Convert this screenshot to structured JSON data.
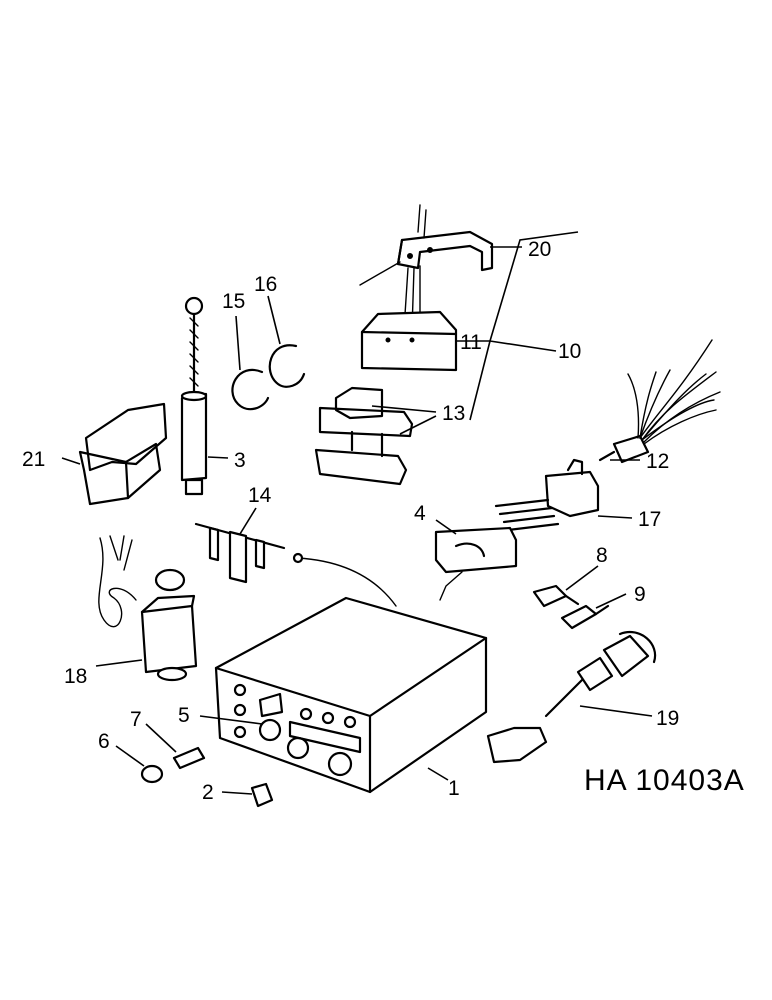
{
  "drawing_number": "HA 10403A",
  "callouts": {
    "c1": "1",
    "c2": "2",
    "c3": "3",
    "c4": "4",
    "c5": "5",
    "c6": "6",
    "c7": "7",
    "c8": "8",
    "c9": "9",
    "c10": "10",
    "c11": "11",
    "c12": "12",
    "c13": "13",
    "c14": "14",
    "c15": "15",
    "c16": "16",
    "c17": "17",
    "c18": "18",
    "c19": "19",
    "c20": "20",
    "c21": "21"
  }
}
